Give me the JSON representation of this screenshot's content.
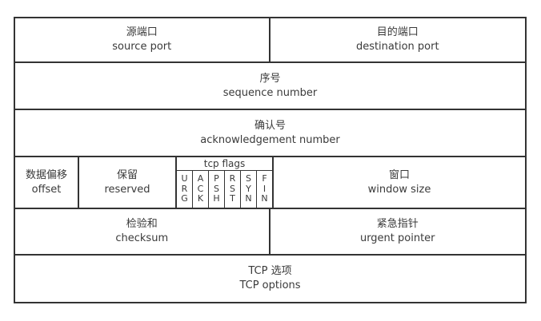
{
  "colors": {
    "border": "#333333",
    "text": "#3a3a3a",
    "background": "#ffffff"
  },
  "fields": {
    "source_port": {
      "zh": "源端口",
      "en": "source port"
    },
    "destination_port": {
      "zh": "目的端口",
      "en": "destination port"
    },
    "sequence_number": {
      "zh": "序号",
      "en": "sequence number"
    },
    "acknowledgement_number": {
      "zh": "确认号",
      "en": "acknowledgement number"
    },
    "offset": {
      "zh": "数据偏移",
      "en": "offset"
    },
    "reserved": {
      "zh": "保留",
      "en": "reserved"
    },
    "window_size": {
      "zh": "窗口",
      "en": "window size"
    },
    "checksum": {
      "zh": "检验和",
      "en": "checksum"
    },
    "urgent_pointer": {
      "zh": "紧急指针",
      "en": "urgent pointer"
    },
    "tcp_options": {
      "zh": "TCP 选项",
      "en": "TCP options"
    }
  },
  "flags": {
    "title": "tcp flags",
    "items": [
      "U\nR\nG",
      "A\nC\nK",
      "P\nS\nH",
      "R\nS\nT",
      "S\nY\nN",
      "F\nI\nN"
    ],
    "names": [
      "URG",
      "ACK",
      "PSH",
      "RST",
      "SYN",
      "FIN"
    ]
  }
}
